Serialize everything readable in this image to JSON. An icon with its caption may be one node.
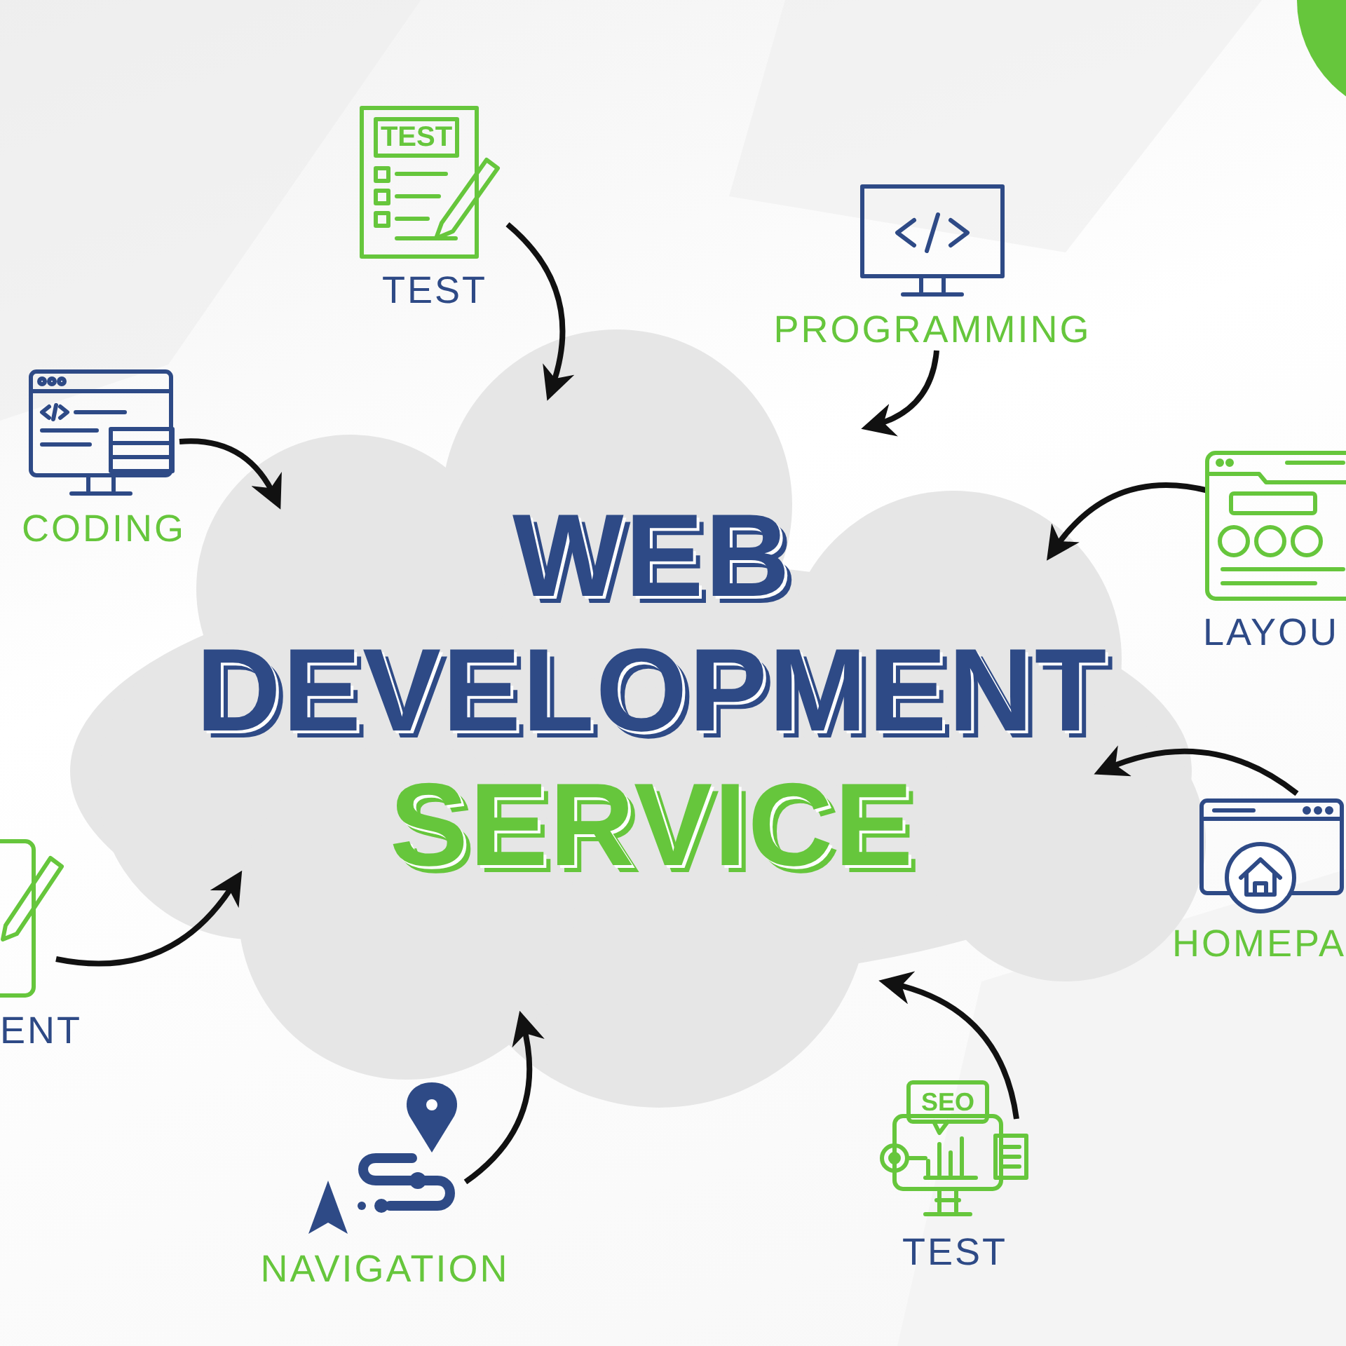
{
  "diagram": {
    "nodes": [
      {
        "text": [
          "WEB DEVELOPMENT",
          "SERVICE"
        ]
      },
      {
        "text": [
          "TEST"
        ]
      },
      {
        "text": [
          "PROGRAMMING"
        ]
      },
      {
        "text": [
          "CODING"
        ]
      },
      {
        "text": [
          "LAYOU"
        ]
      },
      {
        "text": [
          "ENT"
        ]
      },
      {
        "text": [
          "HOMEPA"
        ]
      },
      {
        "text": [
          "NAVIGATION"
        ]
      },
      {
        "text": [
          "TEST"
        ]
      }
    ],
    "edges": [
      {
        "from": 1,
        "to": 0,
        "arrow": "to"
      },
      {
        "from": 2,
        "to": 0,
        "arrow": "to"
      },
      {
        "from": 3,
        "to": 0,
        "arrow": "to"
      },
      {
        "from": 4,
        "to": 0,
        "arrow": "to"
      },
      {
        "from": 5,
        "to": 0,
        "arrow": "to"
      },
      {
        "from": 6,
        "to": 0,
        "arrow": "to"
      },
      {
        "from": 7,
        "to": 0,
        "arrow": "to"
      },
      {
        "from": 8,
        "to": 0,
        "arrow": "to"
      }
    ],
    "labels": [
      "TEST",
      "SEO"
    ]
  }
}
